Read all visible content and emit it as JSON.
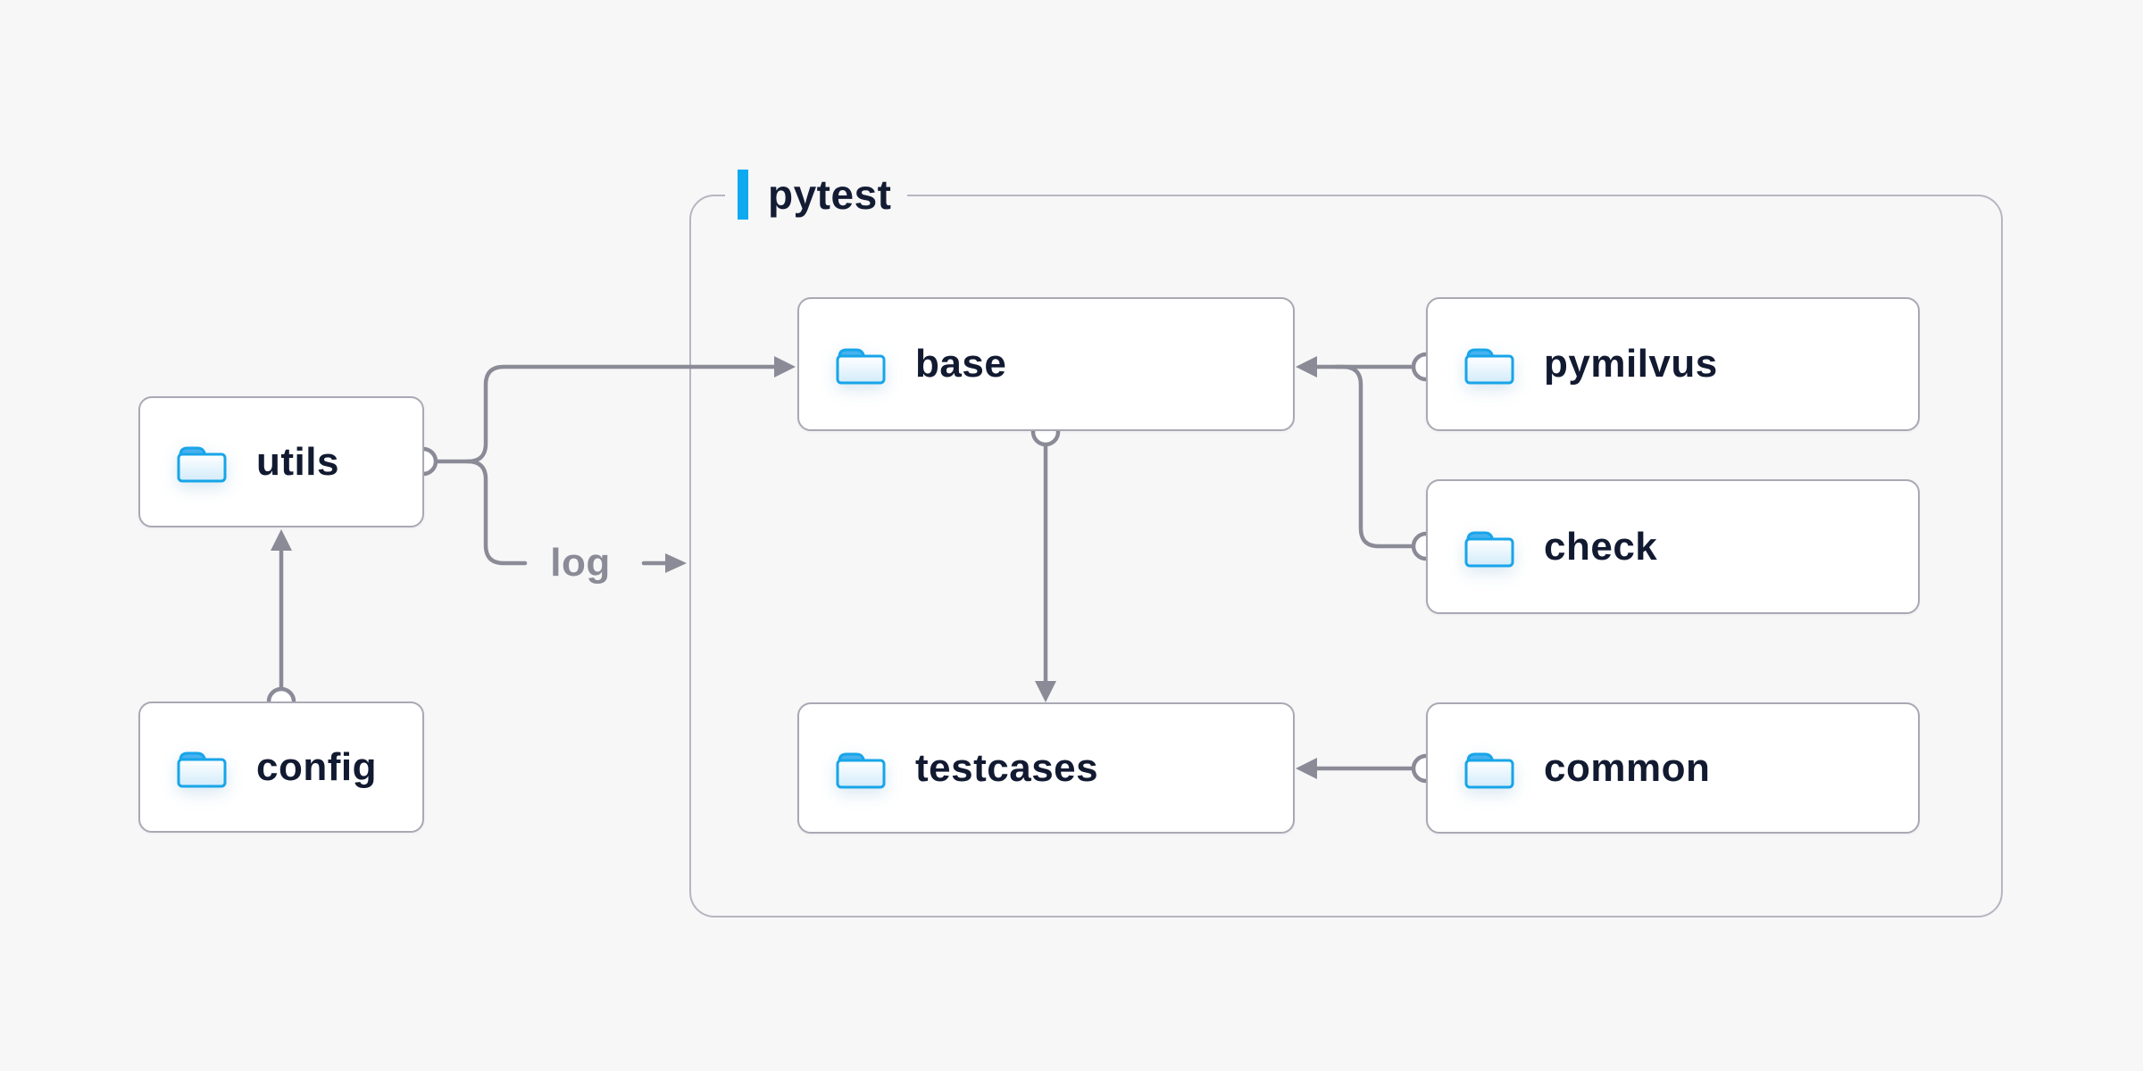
{
  "colors": {
    "background": "#f7f7f8",
    "accent_blue": "#0daaf0",
    "node_text": "#121a31",
    "edge_gray": "#8b8b97",
    "node_border": "#a9a9b4",
    "group_border": "#b6b6c1",
    "folder_outline_blue": "#17a5e9",
    "folder_tab_blue": "#48b2ee"
  },
  "diagram": {
    "group": {
      "label": "pytest"
    },
    "nodes": [
      {
        "id": "utils",
        "label": "utils",
        "icon": "folder-icon"
      },
      {
        "id": "config",
        "label": "config",
        "icon": "folder-icon"
      },
      {
        "id": "base",
        "label": "base",
        "icon": "folder-icon"
      },
      {
        "id": "pymilvus",
        "label": "pymilvus",
        "icon": "folder-icon"
      },
      {
        "id": "check",
        "label": "check",
        "icon": "folder-icon"
      },
      {
        "id": "testcases",
        "label": "testcases",
        "icon": "folder-icon"
      },
      {
        "id": "common",
        "label": "common",
        "icon": "folder-icon"
      }
    ],
    "edges": [
      {
        "from": "utils",
        "to": "base",
        "label": ""
      },
      {
        "from": "utils",
        "to": "pytest-group",
        "label": "log"
      },
      {
        "from": "config",
        "to": "utils",
        "label": ""
      },
      {
        "from": "base",
        "to": "testcases",
        "label": ""
      },
      {
        "from": "pymilvus",
        "to": "base",
        "label": ""
      },
      {
        "from": "check",
        "to": "base",
        "label": ""
      },
      {
        "from": "common",
        "to": "testcases",
        "label": ""
      }
    ]
  }
}
